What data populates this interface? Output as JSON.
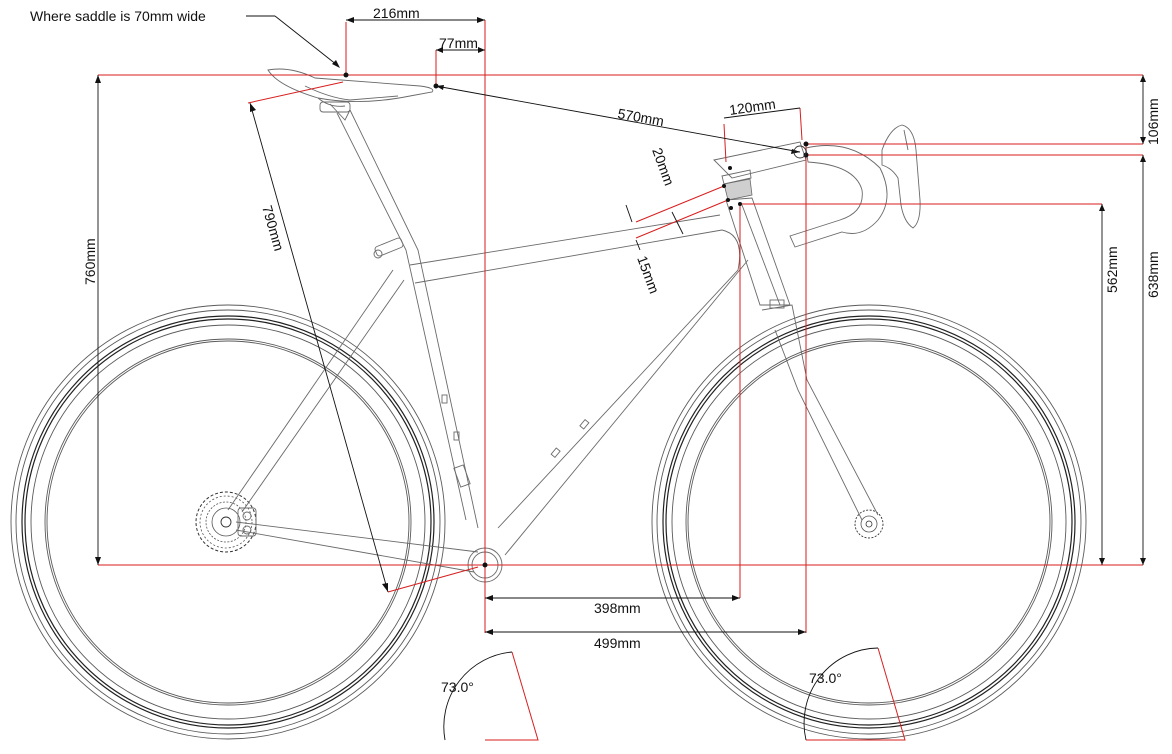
{
  "annotations": {
    "saddle_note": "Where saddle is 70mm wide"
  },
  "measurements": {
    "saddle_setback": "216mm",
    "saddle_nose_setback": "77mm",
    "saddle_to_bar_reach": "570mm",
    "stem_length": "120mm",
    "spacer_stack": "20mm",
    "headset_top_cap": "15mm",
    "saddle_height": "790mm",
    "saddle_height_from_bb": "760mm",
    "saddle_to_bar_drop": "106mm",
    "frame_stack": "562mm",
    "bar_stack": "638mm",
    "frame_reach": "398mm",
    "bar_reach": "499mm",
    "seat_angle": "73.0°",
    "head_angle": "73.0°"
  },
  "colors": {
    "dimension_guide": "#d81e1e",
    "frame_line": "#6a6a6a",
    "dimension_line": "#111111",
    "spacer_fill": "#cfcfcf"
  }
}
